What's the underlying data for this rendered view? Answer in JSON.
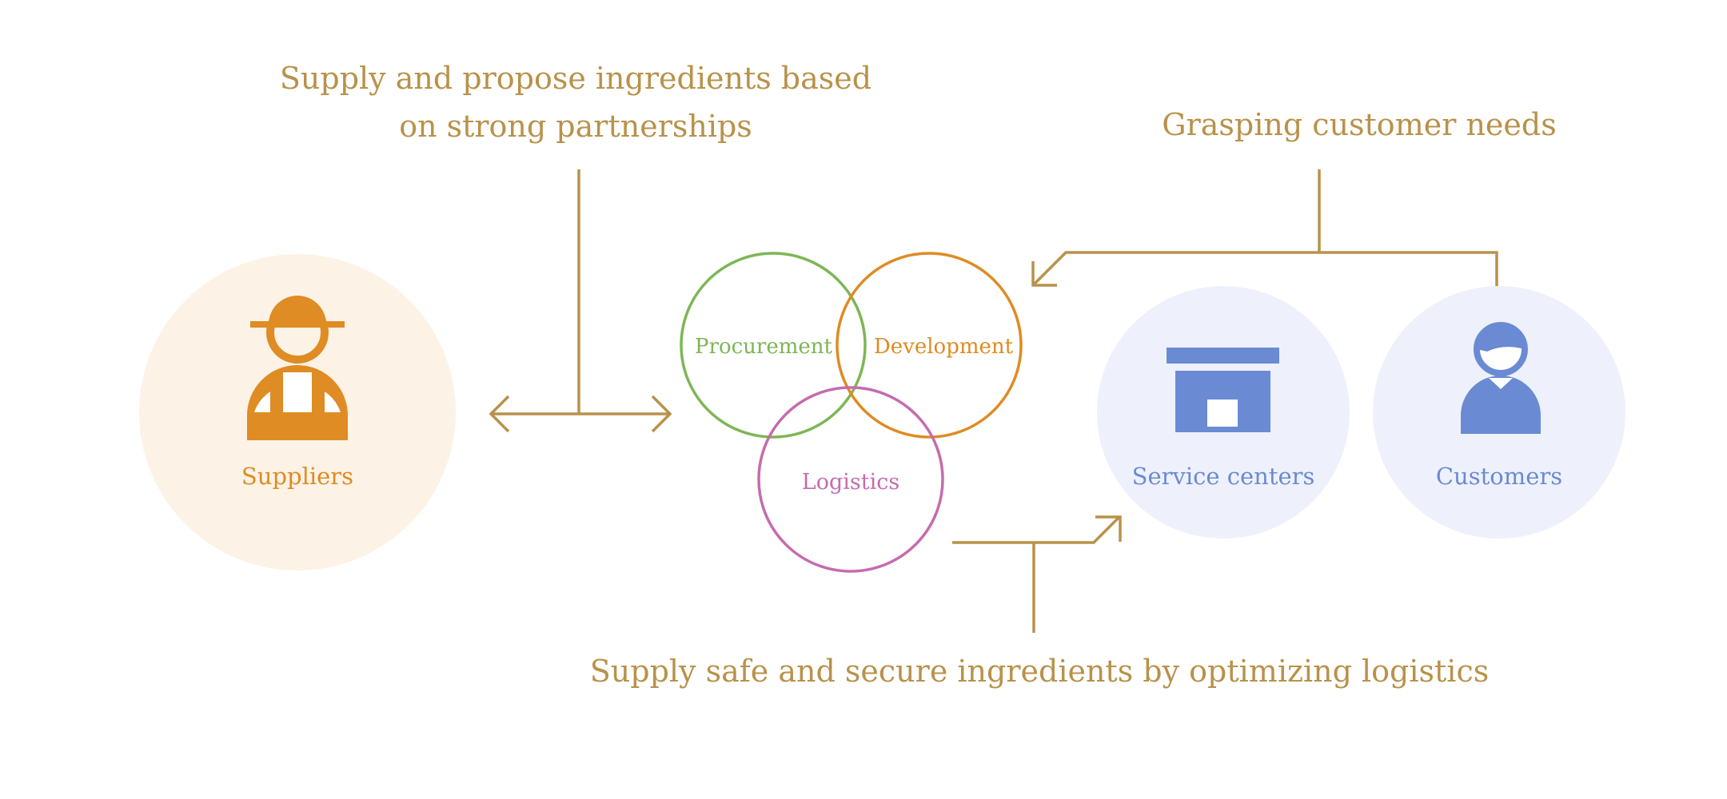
{
  "captions": {
    "suppliers_link_line1": "Supply and propose ingredients based",
    "suppliers_link_line2": "on strong partnerships",
    "customer_needs": "Grasping customer needs",
    "logistics_link": "Supply safe and secure ingredients by optimizing logistics"
  },
  "nodes": {
    "suppliers": {
      "label": "Suppliers",
      "color": "#de8c23",
      "bg": "#fcf2e6",
      "icon": "farmer-icon"
    },
    "service_centers": {
      "label": "Service centers",
      "color": "#6a8bd3",
      "bg": "#eef1fb",
      "icon": "warehouse-icon"
    },
    "customers": {
      "label": "Customers",
      "color": "#6a8bd3",
      "bg": "#eef1fb",
      "icon": "person-icon"
    }
  },
  "venn": {
    "procurement": {
      "label": "Procurement",
      "color": "#7db656"
    },
    "development": {
      "label": "Development",
      "color": "#df8b23"
    },
    "logistics": {
      "label": "Logistics",
      "color": "#c46cae"
    }
  },
  "colors": {
    "connector": "#b8924a"
  }
}
